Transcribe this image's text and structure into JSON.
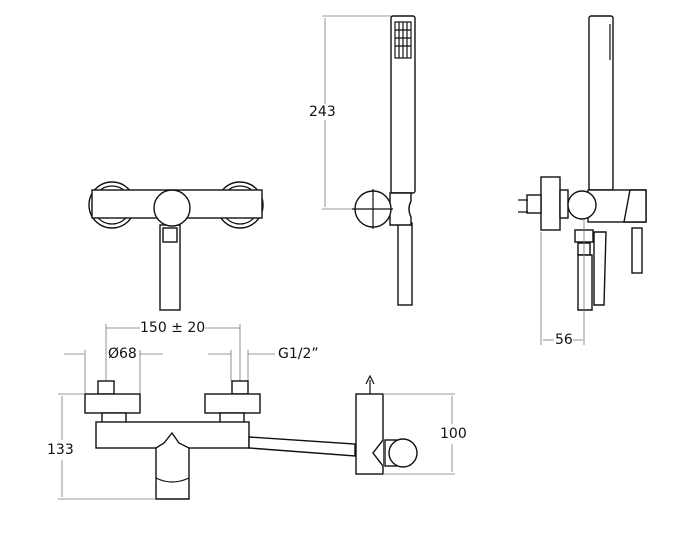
{
  "dimensions": {
    "handshower_length": "243",
    "inlet_distance": "150 ± 20",
    "flange_diameter": "Ø68",
    "thread": "G1/2”",
    "mixer_height": "133",
    "holder_height": "100",
    "wall_depth": "56"
  }
}
